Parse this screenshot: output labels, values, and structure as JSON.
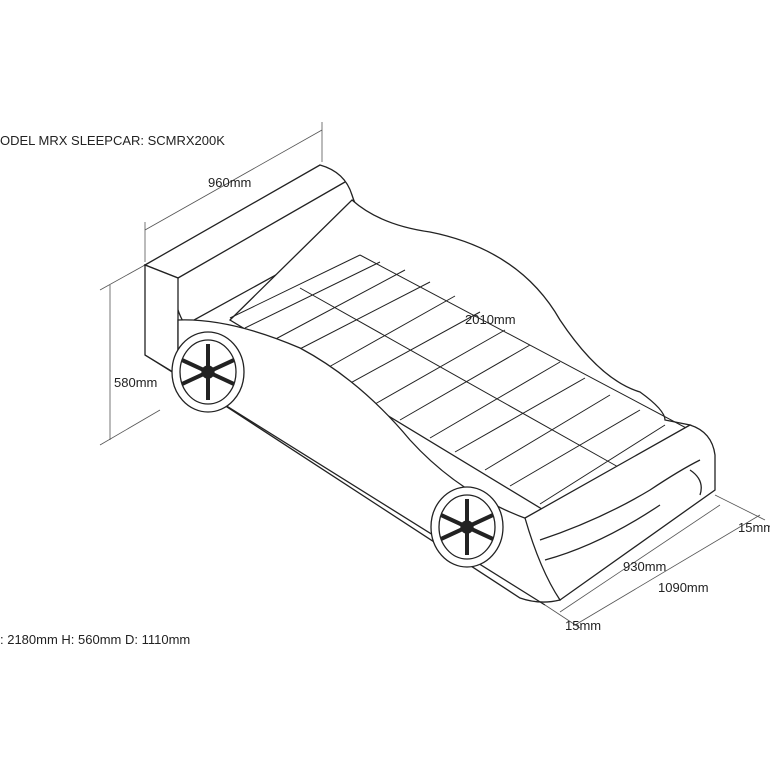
{
  "title": "ODEL MRX SLEEPCAR: SCMRX200K",
  "overall_dimensions": ": 2180mm H: 560mm D: 1110mm",
  "dimensions": {
    "width_headboard": "960mm",
    "height": "580mm",
    "length_inner": "2010mm",
    "offset_right": "15mm",
    "inner_width": "930mm",
    "outer_width": "1090mm",
    "offset_bottom": "15mm"
  },
  "colors": {
    "line": "#222222",
    "background": "#ffffff"
  }
}
